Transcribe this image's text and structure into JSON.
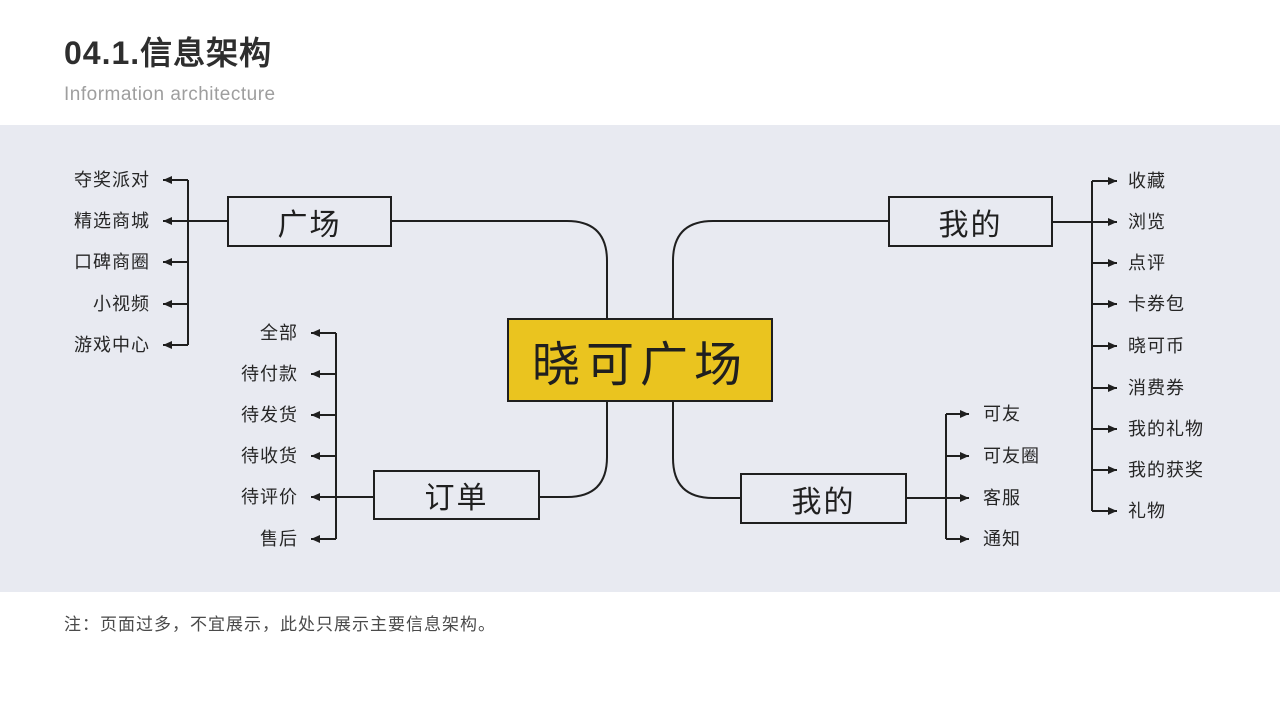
{
  "header": {
    "title": "04.1.信息架构",
    "subtitle": "Information architecture"
  },
  "footnote": "注：页面过多，不宜展示，此处只展示主要信息架构。",
  "colors": {
    "accent_yellow": "#EAC41F",
    "panel_background": "#E8EAF1",
    "line": "#1F1F1F"
  },
  "diagram": {
    "center": {
      "label": "晓可广场"
    },
    "branches": [
      {
        "label": "广场",
        "side": "left",
        "items": [
          "夺奖派对",
          "精选商城",
          "口碑商圈",
          "小视频",
          "游戏中心"
        ]
      },
      {
        "label": "订单",
        "side": "left",
        "items": [
          "全部",
          "待付款",
          "待发货",
          "待收货",
          "待评价",
          "售后"
        ]
      },
      {
        "label": "我的",
        "side": "right",
        "items": [
          "收藏",
          "浏览",
          "点评",
          "卡券包",
          "晓可币",
          "消费券",
          "我的礼物",
          "我的获奖",
          "礼物"
        ]
      },
      {
        "label": "我的",
        "side": "right",
        "items": [
          "可友",
          "可友圈",
          "客服",
          "通知"
        ]
      }
    ]
  }
}
